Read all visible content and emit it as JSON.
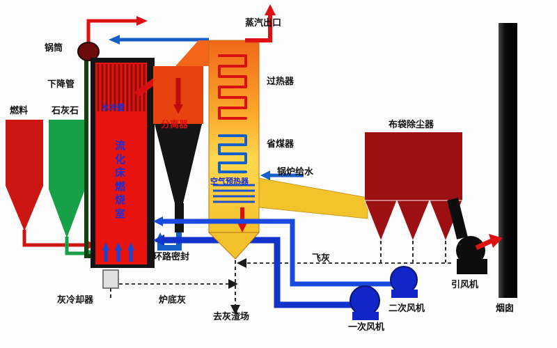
{
  "labels": {
    "steam_outlet": "蒸汽出口",
    "drum": "锅筒",
    "downcomer": "下降管",
    "fuel": "燃料",
    "limestone": "石灰石",
    "water_wall": "水冷壁",
    "separator": "分离器",
    "combustor": "流化床燃烧室",
    "superheater": "过热器",
    "economizer": "省煤器",
    "feedwater": "锅炉给水",
    "air_preheater": "空气预热器",
    "bag_filter": "布袋除尘器",
    "loop_seal": "环路密封",
    "fly_ash": "飞灰",
    "ash_cooler": "灰冷却器",
    "bottom_ash": "炉底灰",
    "ash_yard": "去灰渣场",
    "primary_fan": "一次风机",
    "secondary_fan": "二次风机",
    "id_fan": "引风机",
    "chimney": "烟囱"
  },
  "colors": {
    "furnace_red": "#e8130c",
    "separator_orange": "#e8420e",
    "tower_orange": "#f2661a",
    "tower_yellow": "#ffd84f",
    "limestone_green": "#18a048",
    "fuel_red": "#cc1612",
    "bag_filter_red": "#9c1013",
    "air_blue": "#1233cc",
    "steam_red": "#dd1111",
    "label_blue": "#1a2fd8",
    "chimney_black": "#0a0a0a"
  }
}
